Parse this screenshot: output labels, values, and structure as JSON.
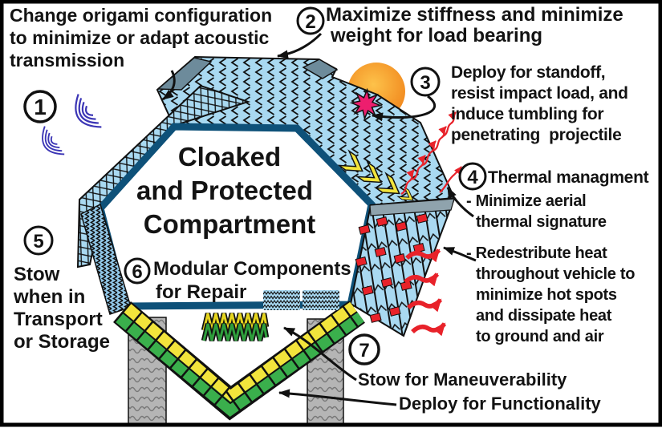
{
  "center_label": {
    "lines": [
      "Cloaked",
      "and Protected",
      "Compartment"
    ]
  },
  "annotations": [
    {
      "number": "1",
      "lines": [
        "Change origami configuration",
        "to minimize or adapt acoustic",
        "transmission"
      ]
    },
    {
      "number": "2",
      "lines": [
        "Maximize stiffness and minimize",
        "weight for load bearing"
      ]
    },
    {
      "number": "3",
      "lines": [
        "Deploy for standoff,",
        "resist impact load, and",
        "induce tumbling for",
        "penetrating  projectile"
      ]
    },
    {
      "number": "4",
      "title": "Thermal managment",
      "bullet1": [
        "- Minimize aerial",
        "thermal signature"
      ],
      "bullet2": [
        "- Redestribute heat",
        "throughout vehicle to",
        "minimize hot spots",
        "and dissipate heat",
        "to ground and air"
      ]
    },
    {
      "number": "5",
      "lines": [
        "Stow",
        "when in",
        "Transport",
        "or Storage"
      ]
    },
    {
      "number": "6",
      "lines": [
        "Modular Components",
        "for Repair"
      ]
    },
    {
      "number": "7",
      "lines": [
        "Stow for Maneuverability",
        "Deploy for Functionality"
      ]
    }
  ],
  "colors": {
    "panel_blue": "#a9d9f1",
    "hexagon_border": "#0e5179",
    "accent_yellow": "#f2e43c",
    "accent_green": "#3aaf4c",
    "heat_red": "#e8222a",
    "sun_orange": "#f6941e",
    "impact_pink": "#ed1e6e",
    "column_gray": "#b5b5b5",
    "wave_blue": "#3b35b5"
  }
}
